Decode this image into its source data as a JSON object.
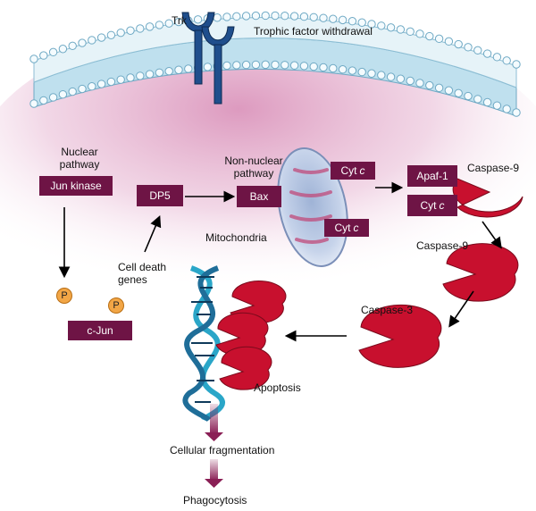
{
  "labels": {
    "trk": "Trk",
    "trophic": "Trophic factor withdrawal",
    "nuclear_pathway": [
      "Nuclear",
      "pathway"
    ],
    "non_nuclear_pathway": [
      "Non-nuclear",
      "pathway"
    ],
    "mitochondria": "Mitochondria",
    "cell_death_genes": [
      "Cell death",
      "genes"
    ],
    "caspase9_top": "Caspase-9",
    "caspase9_mid": "Caspase-9",
    "caspase3": "Caspase-3",
    "apoptosis": "Apoptosis",
    "fragmentation": "Cellular fragmentation",
    "phagocytosis": "Phagocytosis"
  },
  "boxes": {
    "jun_kinase": "Jun kinase",
    "dp5": "DP5",
    "bax": "Bax",
    "cytc_top": {
      "main": "Cyt",
      "ital": "c"
    },
    "cytc_bottom": {
      "main": "Cyt",
      "ital": "c"
    },
    "apaf1": "Apaf-1",
    "cytc_apaf": {
      "main": "Cyt",
      "ital": "c"
    },
    "cjun": "c-Jun"
  },
  "phospho": {
    "left": "P",
    "right": "P"
  },
  "colors": {
    "box": "#6e1445",
    "caspase": "#c8102e",
    "receptor": "#1f4e8c",
    "membrane": "#9fd0e6",
    "cytoplasm": "#e7b8d3",
    "phospho": "#f2a646"
  }
}
